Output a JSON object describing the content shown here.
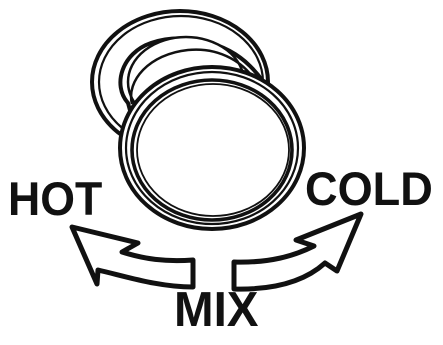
{
  "labels": {
    "hot": "HOT",
    "cold": "COLD",
    "mix": "MIX"
  },
  "icons": {
    "knob": "faucet-knob-icon",
    "hot_direction": "curved-arrow-left-icon",
    "cold_direction": "curved-arrow-right-icon"
  },
  "colors": {
    "line": "#111111",
    "fill": "#ffffff"
  }
}
